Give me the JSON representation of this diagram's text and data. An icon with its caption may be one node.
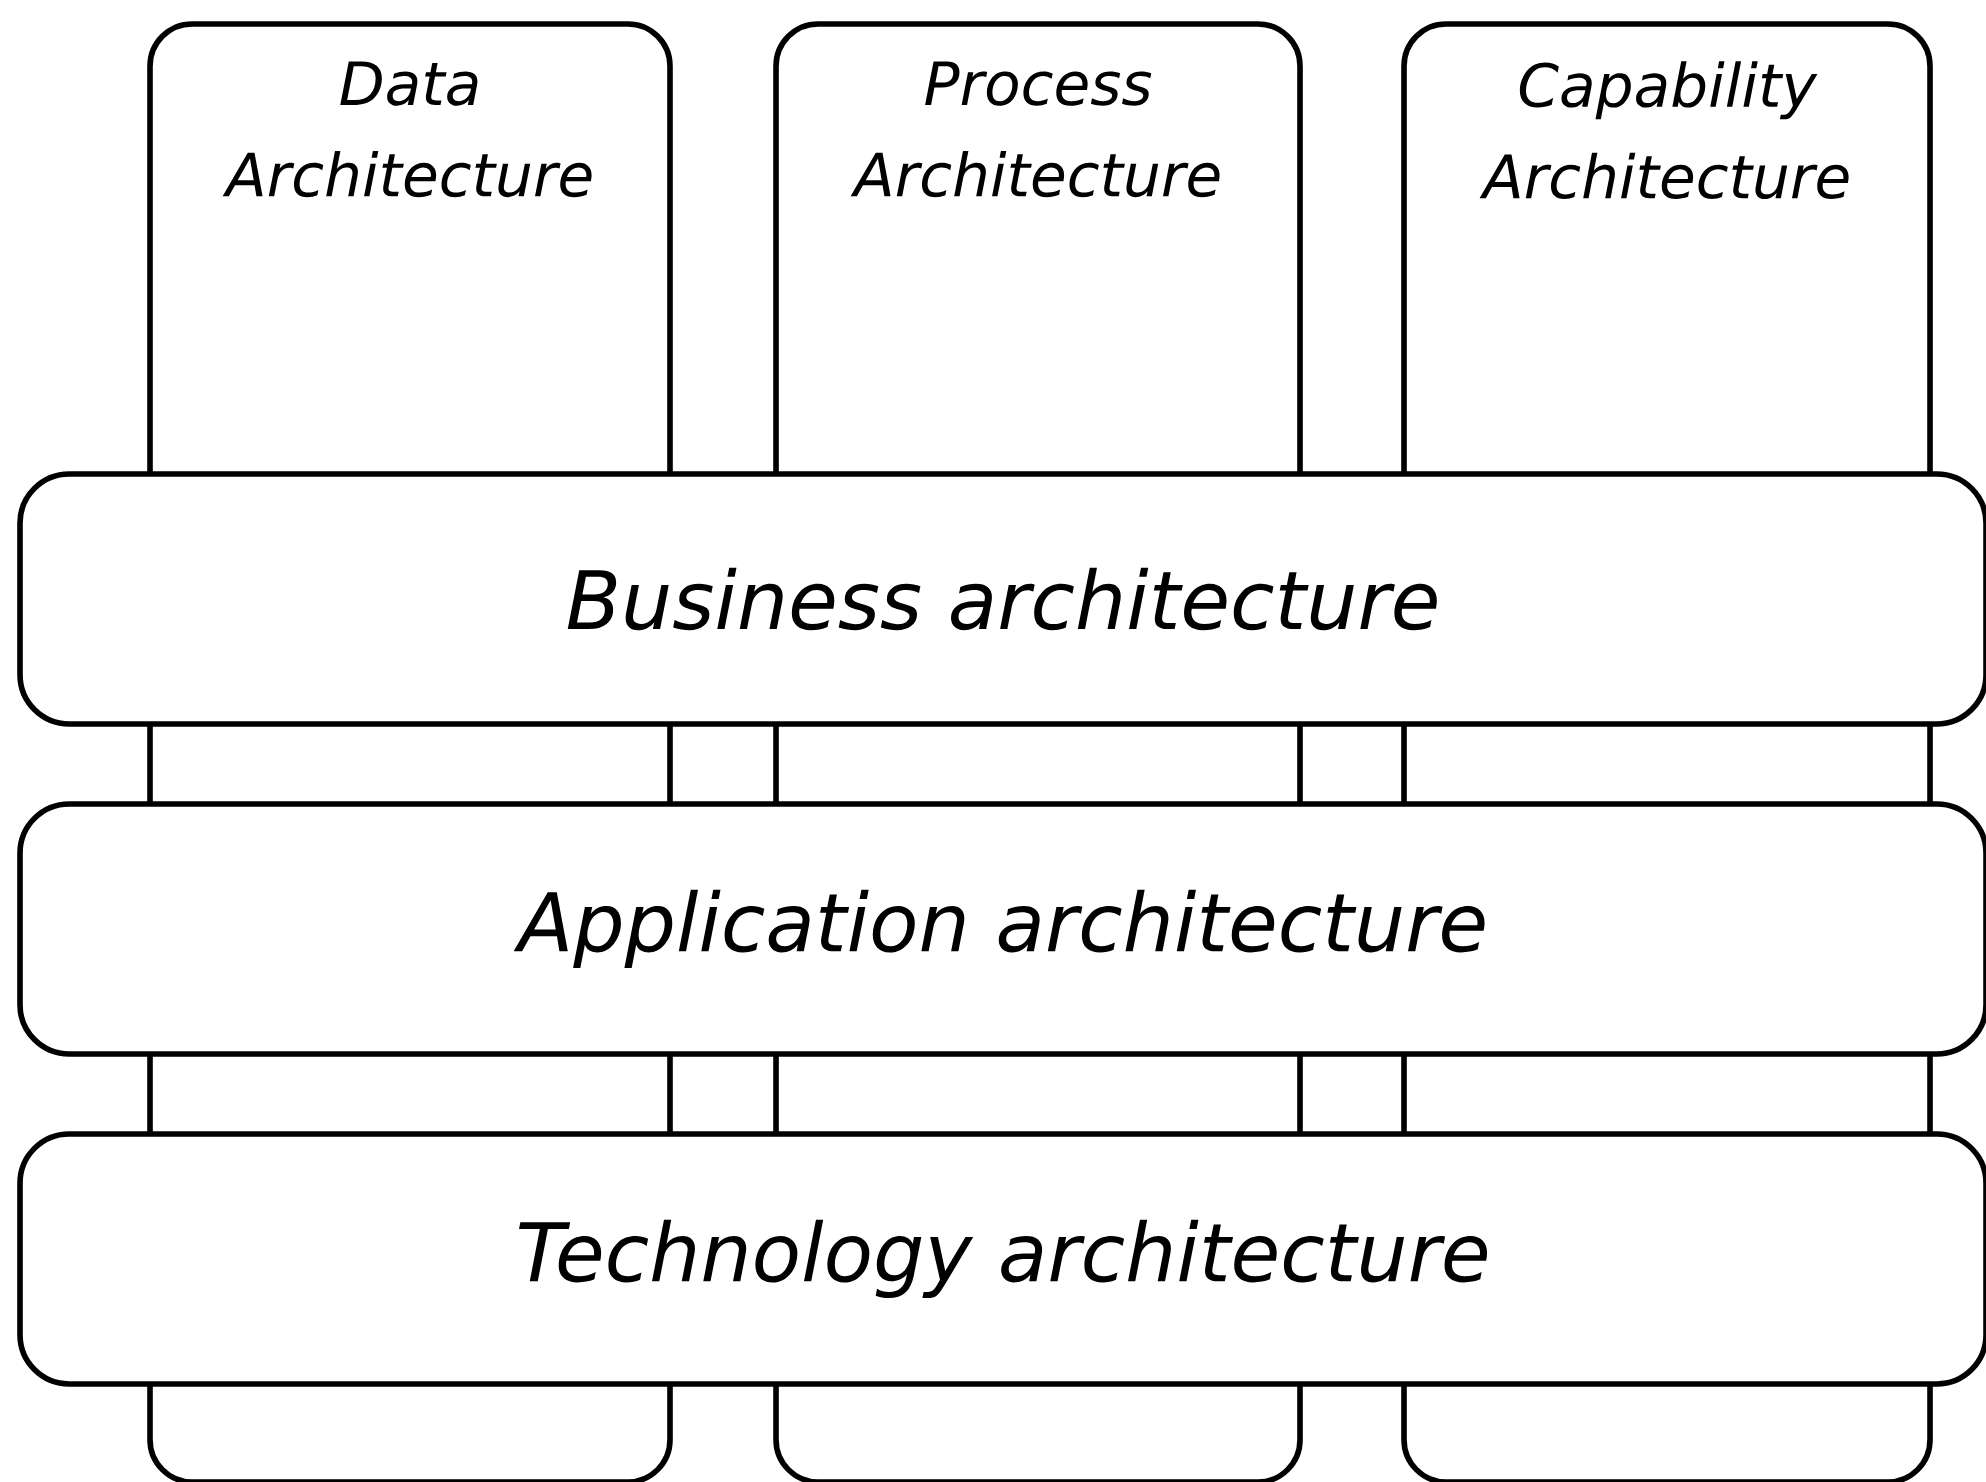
{
  "diagram": {
    "nodes": [
      {
        "text": [
          "Data Architecture"
        ]
      },
      {
        "text": [
          "Process Architecture"
        ]
      },
      {
        "text": [
          "Capability Architecture"
        ]
      },
      {
        "text": [
          "Business architecture"
        ]
      },
      {
        "text": [
          "Application architecture"
        ]
      },
      {
        "text": [
          "Technology architecture"
        ]
      }
    ]
  }
}
